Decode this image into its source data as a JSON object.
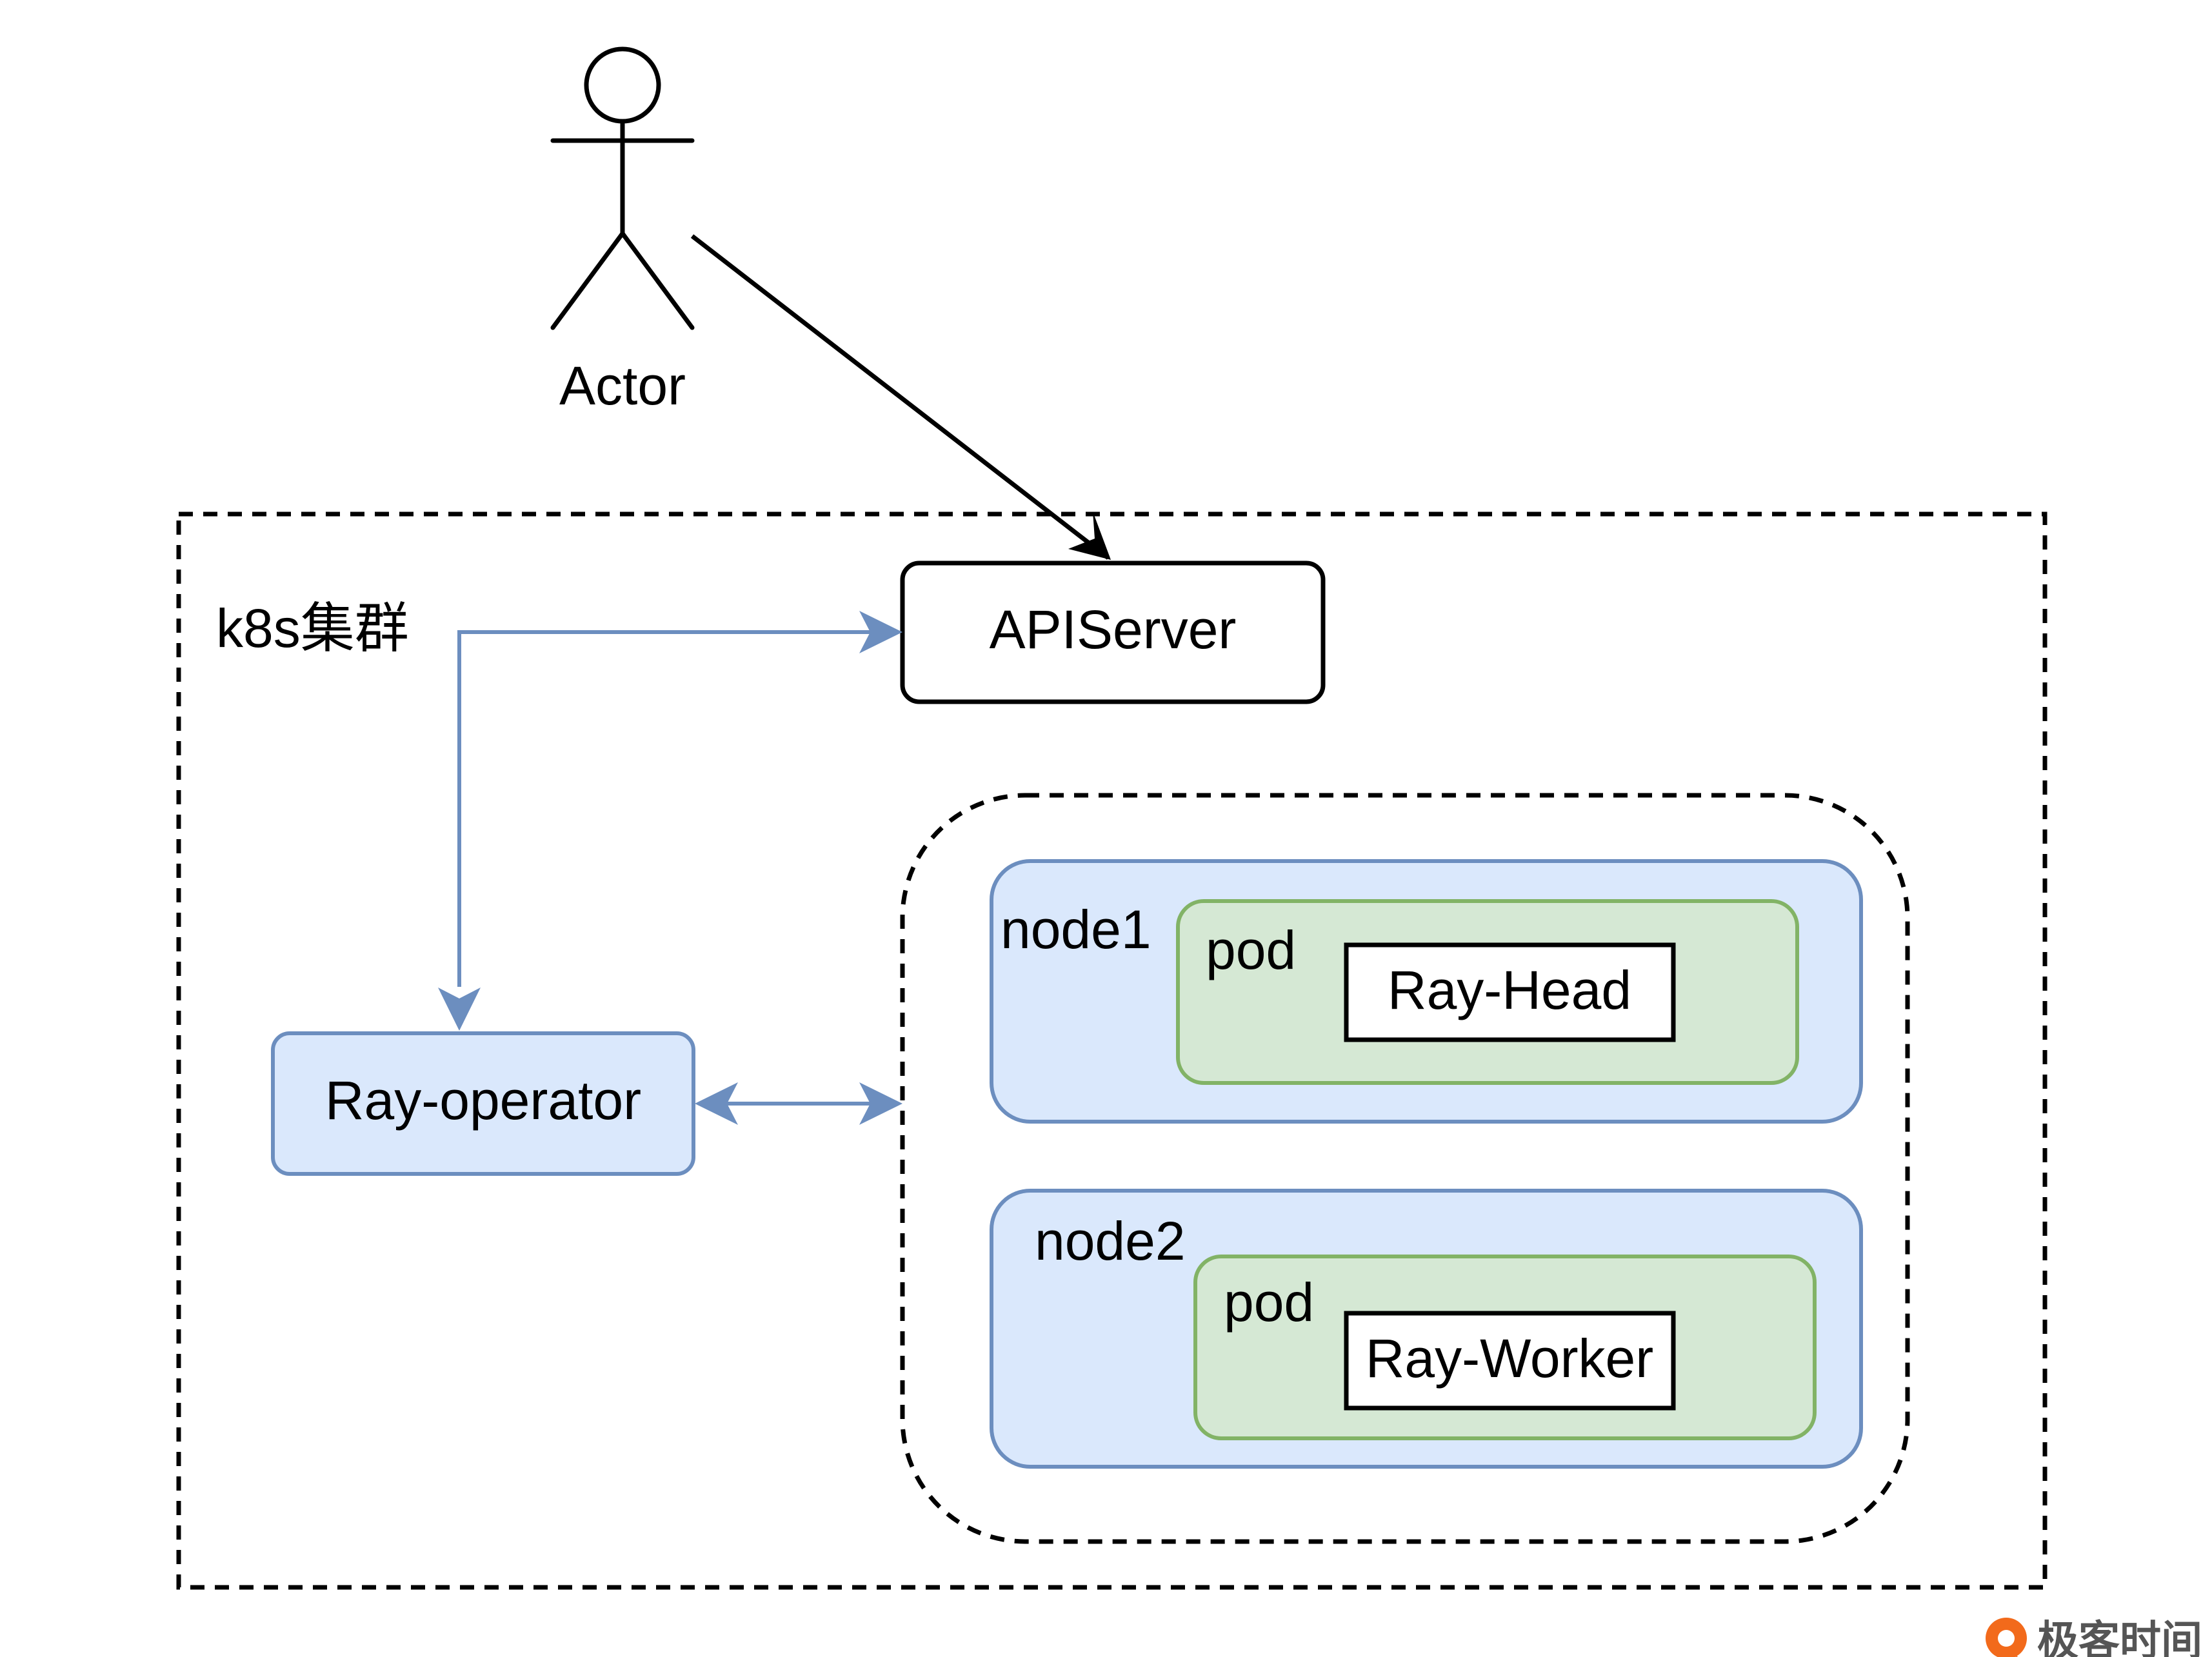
{
  "actor": {
    "label": "Actor"
  },
  "cluster": {
    "label": "k8s集群"
  },
  "api_server": {
    "label": "APIServer"
  },
  "operator": {
    "label": "Ray-operator"
  },
  "node1": {
    "label": "node1",
    "pod": {
      "label": "pod",
      "container": "Ray-Head"
    }
  },
  "node2": {
    "label": "node2",
    "pod": {
      "label": "pod",
      "container": "Ray-Worker"
    }
  },
  "watermark": {
    "text": "极客时间"
  },
  "colors": {
    "line": "#000000",
    "blue_stroke": "#6c8ebf",
    "blue_fill": "#dae8fc",
    "green_stroke": "#82b366",
    "green_fill": "#d5e8d4"
  }
}
